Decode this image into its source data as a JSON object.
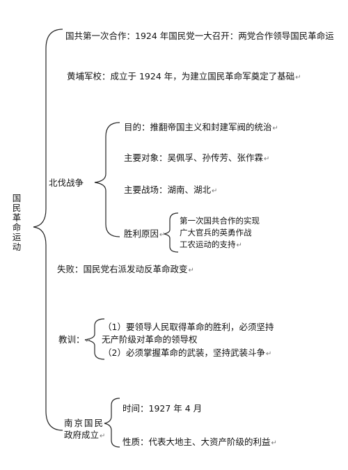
{
  "root": "国民革命运动",
  "return_mark": "↵",
  "branches": {
    "cooperation": "国共第一次合作：1924 年国民党一大召开：两党合作领导国民革命运",
    "whampoa": "黄埔军校：成立于 1924 年，为建立国民革命军奠定了基础",
    "northern": {
      "label": "北伐战争",
      "goal": "目的：推翻帝国主义和封建军阀的统治",
      "targets": "主要对象：吴佩孚、孙传芳、张作霖",
      "battlefield": "主要战场：湖南、湖北",
      "victory": {
        "label": "胜利原因",
        "reasons": [
          "第一次国共合作的实现",
          "广大官兵的英勇作战",
          "工农运动的支持"
        ]
      }
    },
    "failure": "失败：国民党右派发动反革命政变",
    "lesson": {
      "label": "教训：",
      "line1": "（1）要领导人民取得革命的胜利，必须坚持",
      "line2": "无产阶级对革命的领导权",
      "line3": "（2）必须掌握革命的武装，坚持武装斗争"
    },
    "nanjing": {
      "label_line1": "南京国民",
      "label_line2": "政府成立",
      "time": "时间：1927 年 4 月",
      "nature": "性质：代表大地主、大资产阶级的利益"
    }
  }
}
